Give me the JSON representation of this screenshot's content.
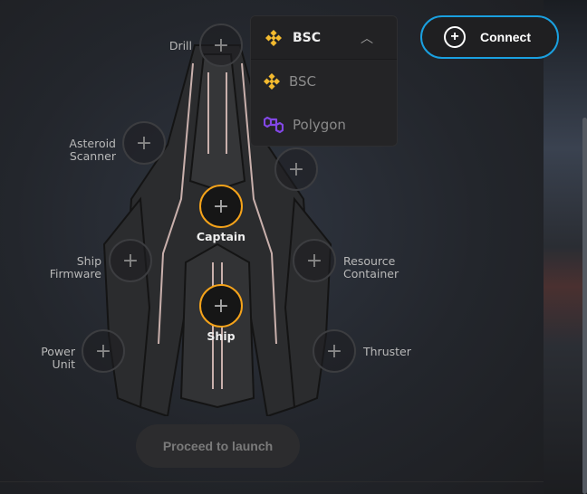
{
  "network": {
    "selected": "BSC",
    "options": [
      {
        "label": "BSC",
        "icon": "bnb-icon"
      },
      {
        "label": "Polygon",
        "icon": "polygon-icon"
      }
    ]
  },
  "connect": {
    "label": "Connect"
  },
  "slots": {
    "drill": "Drill",
    "asteroid_scanner": "Asteroid Scanner",
    "captain": "Captain",
    "ship_firmware": "Ship Firmware",
    "resource_container": "Resource Container",
    "ship": "Ship",
    "power_unit": "Power Unit",
    "thruster": "Thruster"
  },
  "proceed": {
    "label": "Proceed to launch"
  },
  "colors": {
    "accent": "#f5a31a",
    "connect_border": "#1aa0e0",
    "bnb": "#f3ba2f",
    "polygon": "#8247e5"
  }
}
